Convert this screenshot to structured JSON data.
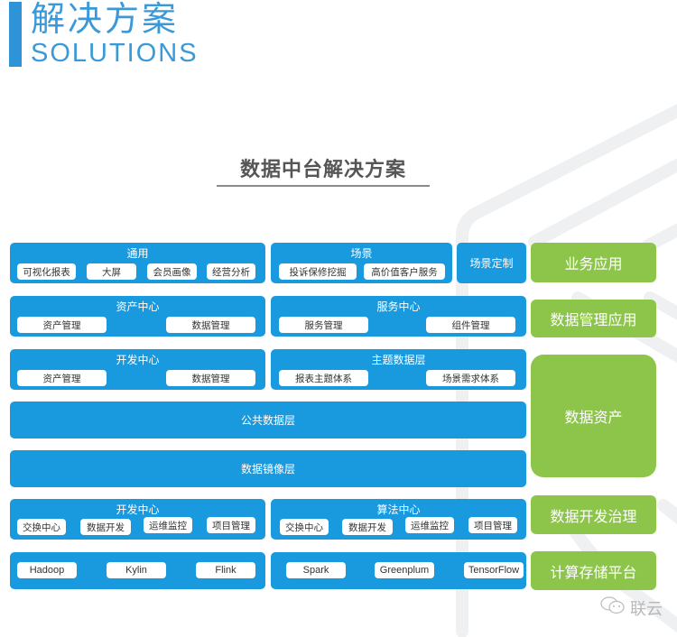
{
  "header": {
    "title_cn": "解决方案",
    "title_en": "SOLUTIONS"
  },
  "diagram": {
    "title": "数据中台解决方案",
    "rows": {
      "general": {
        "title": "通用",
        "items": [
          "可视化报表",
          "大屏",
          "会员画像",
          "经营分析"
        ]
      },
      "scene": {
        "title": "场景",
        "items": [
          "投诉保修挖掘",
          "高价值客户服务"
        ]
      },
      "scene_custom": "场景定制",
      "asset_center": {
        "title": "资产中心",
        "items": [
          "资产管理",
          "数据管理"
        ]
      },
      "service_center": {
        "title": "服务中心",
        "items": [
          "服务管理",
          "组件管理"
        ]
      },
      "dev_center_top": {
        "title": "开发中心",
        "items": [
          "资产管理",
          "数据管理"
        ]
      },
      "theme_layer": {
        "title": "主题数据层",
        "items": [
          "报表主题体系",
          "场景需求体系"
        ]
      },
      "public_layer": "公共数据层",
      "mirror_layer": "数据镜像层",
      "dev_center_bottom": {
        "title": "开发中心",
        "items": [
          "交换中心",
          "数据开发",
          "运维监控",
          "项目管理"
        ]
      },
      "algo_center": {
        "title": "算法中心",
        "items": [
          "交换中心",
          "数据开发",
          "运维监控",
          "项目管理"
        ]
      },
      "compute": {
        "items": [
          "Hadoop",
          "Kylin",
          "Flink",
          "Spark",
          "Greenplum",
          "TensorFlow"
        ]
      }
    },
    "categories": [
      "业务应用",
      "数据管理应用",
      "数据资产",
      "数据开发治理",
      "计算存储平台"
    ]
  },
  "watermark": {
    "icon": "wechat-icon",
    "text": "联云"
  },
  "colors": {
    "blue": "#1a9ade",
    "green": "#8dc54b",
    "title_blue": "#3a9ad9"
  }
}
